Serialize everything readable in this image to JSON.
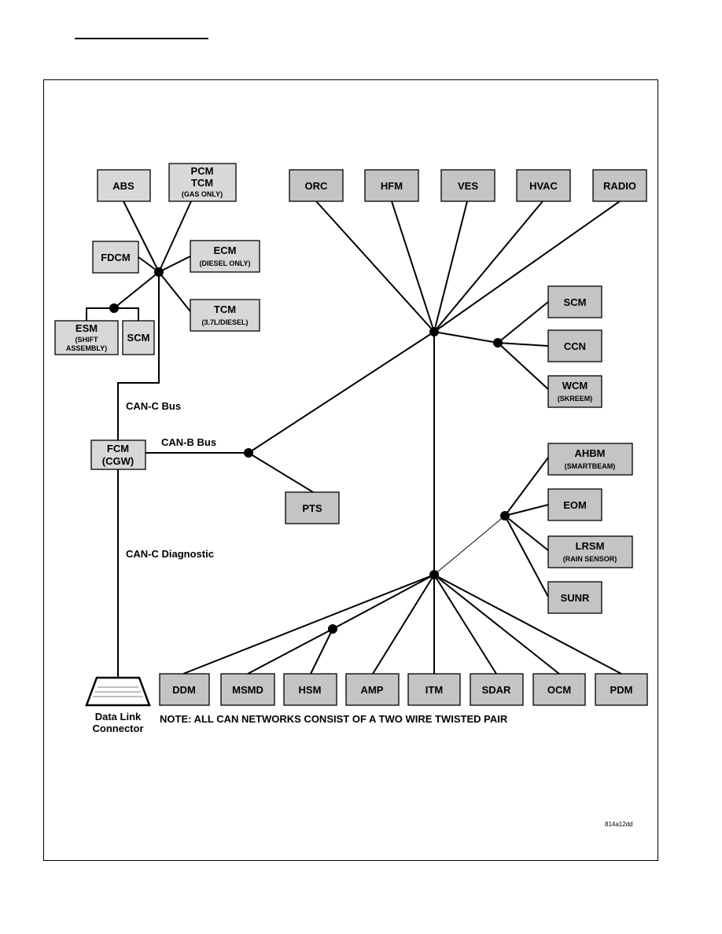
{
  "diagram": {
    "modules": {
      "abs": {
        "line1": "ABS"
      },
      "pcm": {
        "line1": "PCM",
        "line2": "TCM",
        "sub": "(GAS ONLY)"
      },
      "fdcm": {
        "line1": "FDCM"
      },
      "ecm": {
        "line1": "ECM",
        "sub": "(DIESEL ONLY)"
      },
      "tcm": {
        "line1": "TCM",
        "sub": "(3.7L/DIESEL)"
      },
      "esm": {
        "line1": "ESM",
        "sub1": "(SHIFT",
        "sub2": "ASSEMBLY)"
      },
      "scm_left": {
        "line1": "SCM"
      },
      "fcm": {
        "line1": "FCM",
        "line2": "(CGW)"
      },
      "orc": {
        "line1": "ORC"
      },
      "hfm": {
        "line1": "HFM"
      },
      "ves": {
        "line1": "VES"
      },
      "hvac": {
        "line1": "HVAC"
      },
      "radio": {
        "line1": "RADIO"
      },
      "scm_right": {
        "line1": "SCM"
      },
      "ccn": {
        "line1": "CCN"
      },
      "wcm": {
        "line1": "WCM",
        "sub": "(SKREEM)"
      },
      "pts": {
        "line1": "PTS"
      },
      "ahbm": {
        "line1": "AHBM",
        "sub": "(SMARTBEAM)"
      },
      "eom": {
        "line1": "EOM"
      },
      "lrsm": {
        "line1": "LRSM",
        "sub": "(RAIN SENSOR)"
      },
      "sunr": {
        "line1": "SUNR"
      },
      "ddm": {
        "line1": "DDM"
      },
      "msmd": {
        "line1": "MSMD"
      },
      "hsm": {
        "line1": "HSM"
      },
      "amp": {
        "line1": "AMP"
      },
      "itm": {
        "line1": "ITM"
      },
      "sdar": {
        "line1": "SDAR"
      },
      "ocm": {
        "line1": "OCM"
      },
      "pdm": {
        "line1": "PDM"
      }
    },
    "bus_labels": {
      "can_c_bus": "CAN-C Bus",
      "can_b_bus": "CAN-B Bus",
      "can_c_diagnostic": "CAN-C Diagnostic"
    },
    "connector": {
      "line1": "Data Link",
      "line2": "Connector"
    },
    "note": "NOTE: ALL CAN NETWORKS CONSIST OF A TWO WIRE TWISTED PAIR",
    "figure_ref": "814a12dd"
  }
}
